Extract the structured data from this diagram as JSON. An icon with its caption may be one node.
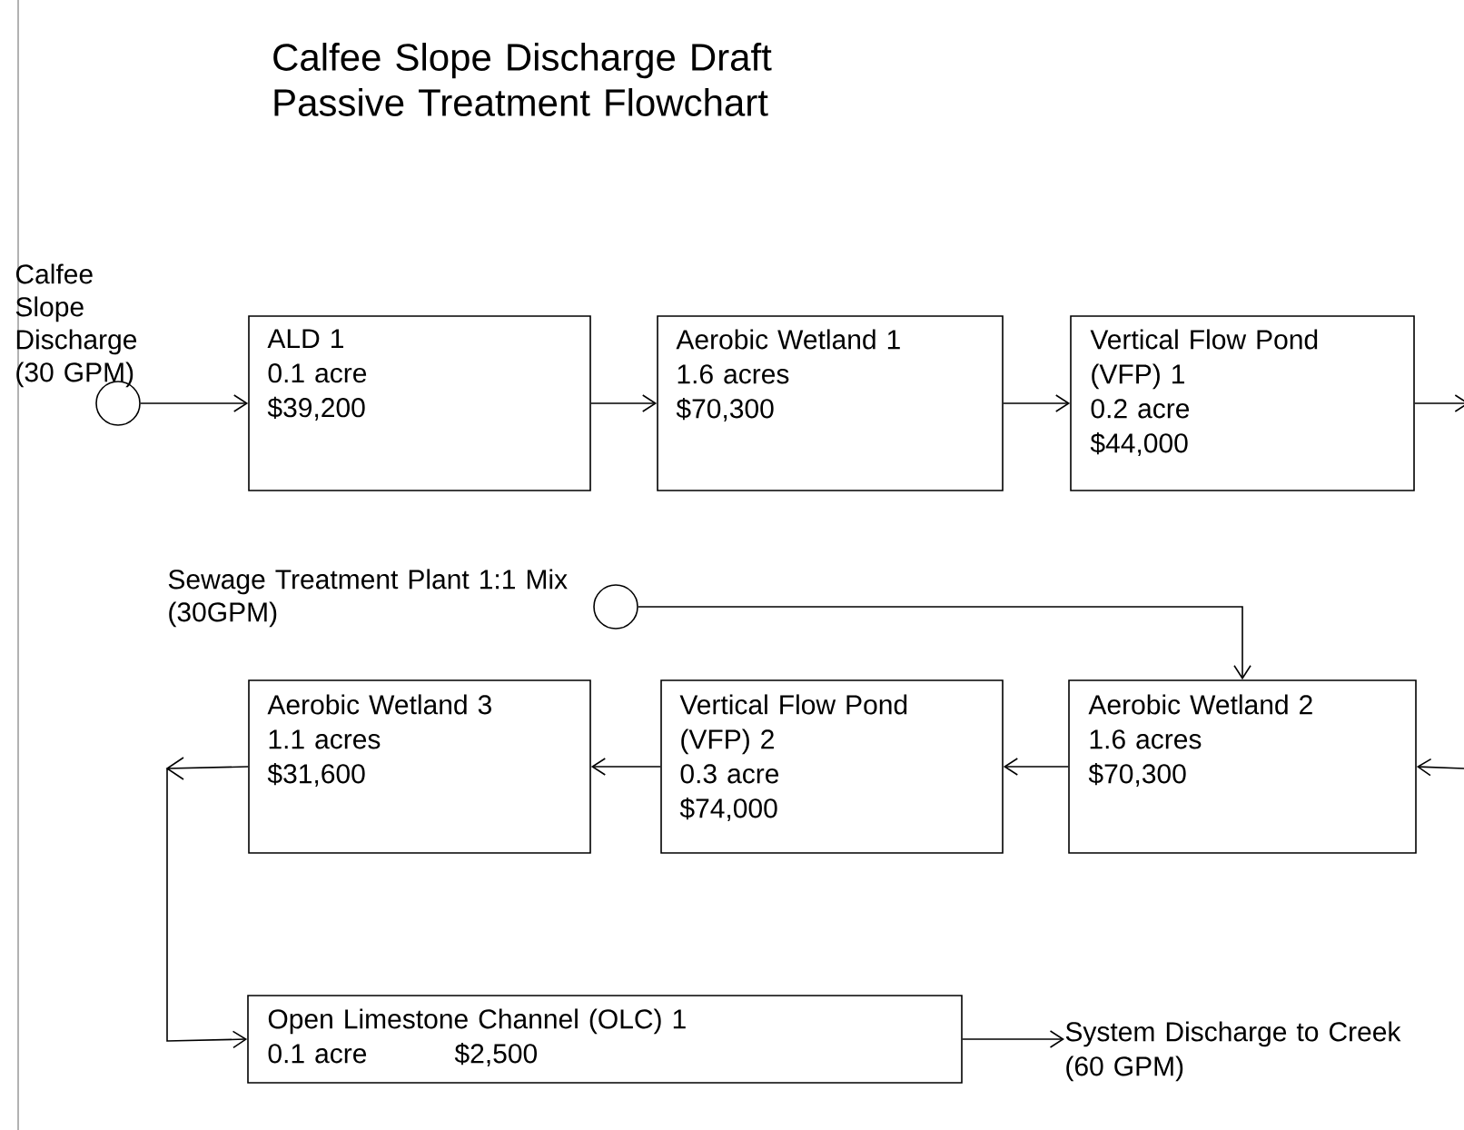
{
  "diagram": {
    "title": "Calfee Slope Discharge Draft Passive Treatment Flowchart",
    "nodes": [
      {
        "text": [],
        "shape": "circle",
        "beside": [
          "Calfee Slope Discharge (30 GPM)"
        ]
      },
      {
        "text": [
          "ALD 1",
          "0.1 acre",
          "$39,200"
        ]
      },
      {
        "text": [
          "Aerobic Wetland 1",
          "1.6 acres",
          "$70,300"
        ]
      },
      {
        "text": [
          "Vertical Flow Pond (VFP) 1",
          "0.2 acre",
          "$44,000"
        ]
      },
      {
        "text": [],
        "shape": "circle",
        "beside": [
          "Sewage Treatment Plant 1:1 Mix (30GPM)"
        ]
      },
      {
        "text": [
          "Aerobic Wetland 2",
          "1.6 acres",
          "$70,300"
        ]
      },
      {
        "text": [
          "Vertical Flow Pond (VFP) 2",
          "0.3 acre",
          "$74,000"
        ]
      },
      {
        "text": [
          "Aerobic Wetland 3",
          "1.1 acres",
          "$31,600"
        ]
      },
      {
        "text": [
          "Open Limestone Channel (OLC) 1",
          "0.1 acre",
          "$2,500"
        ]
      },
      {
        "text": [
          "System Discharge to Creek (60 GPM)"
        ]
      }
    ],
    "edges": [
      {
        "from": 0,
        "to": 1,
        "arrow": "to"
      },
      {
        "from": 1,
        "to": 2,
        "arrow": "to"
      },
      {
        "from": 2,
        "to": 3,
        "arrow": "to"
      },
      {
        "from": 3,
        "to": null,
        "arrow": "to"
      },
      {
        "from": null,
        "to": 5,
        "arrow": "to"
      },
      {
        "from": 4,
        "to": 5,
        "arrow": "to"
      },
      {
        "from": 5,
        "to": 6,
        "arrow": "to"
      },
      {
        "from": 6,
        "to": 7,
        "arrow": "to"
      },
      {
        "from": 7,
        "to": 8,
        "arrow": "to"
      },
      {
        "from": 8,
        "to": 9,
        "arrow": "to"
      }
    ]
  }
}
